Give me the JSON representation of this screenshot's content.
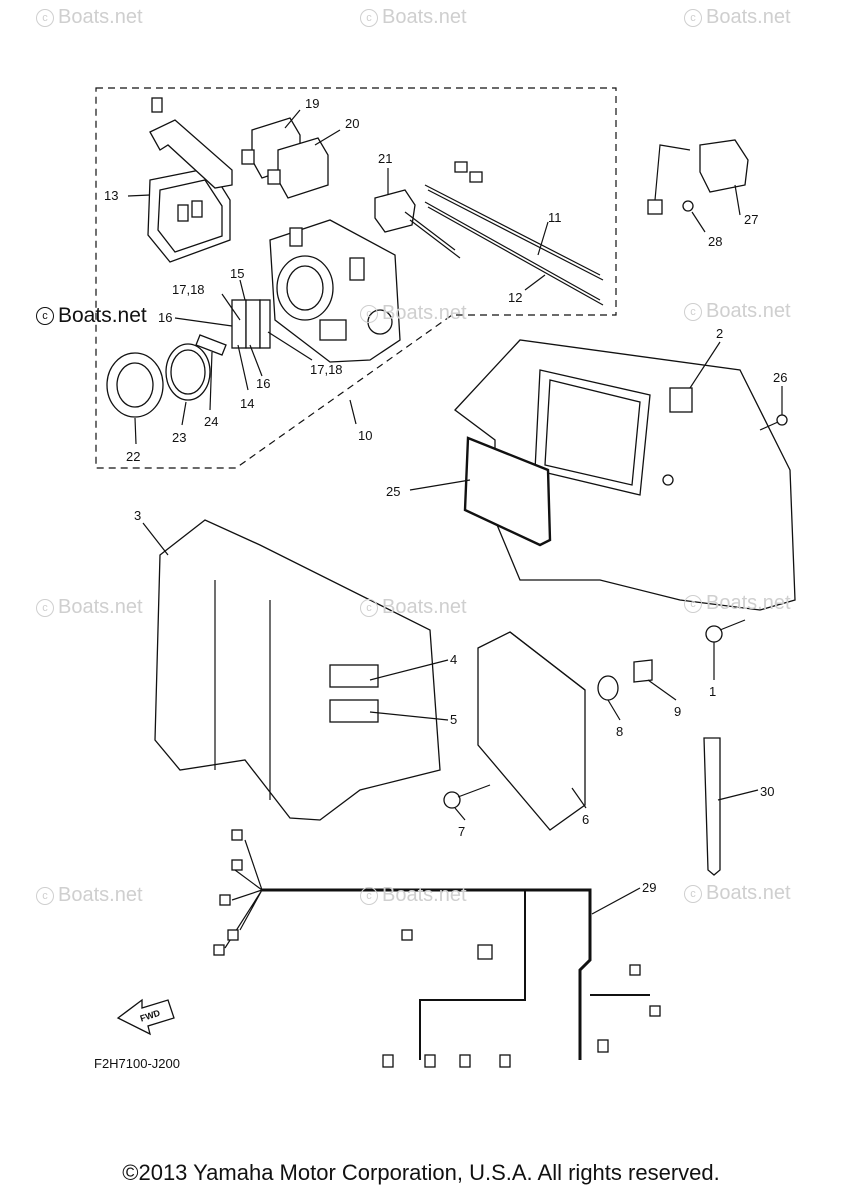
{
  "watermarks": [
    "Boats.net",
    "Boats.net",
    "Boats.net",
    "Boats.net",
    "Boats.net",
    "Boats.net",
    "Boats.net",
    "Boats.net",
    "Boats.net",
    "Boats.net",
    "Boats.net",
    "Boats.net"
  ],
  "highlight_watermark": "Boats.net",
  "diagram_code": "F2H7100-J200",
  "fwd_label": "FWD",
  "footer": "©2013 Yamaha Motor Corporation, U.S.A. All rights reserved.",
  "callouts": [
    "19",
    "20",
    "21",
    "13",
    "11",
    "12",
    "27",
    "28",
    "15",
    "17,18",
    "16",
    "17,18",
    "16",
    "14",
    "24",
    "23",
    "22",
    "10",
    "2",
    "26",
    "25",
    "3",
    "4",
    "5",
    "8",
    "9",
    "1",
    "6",
    "7",
    "30",
    "29"
  ]
}
